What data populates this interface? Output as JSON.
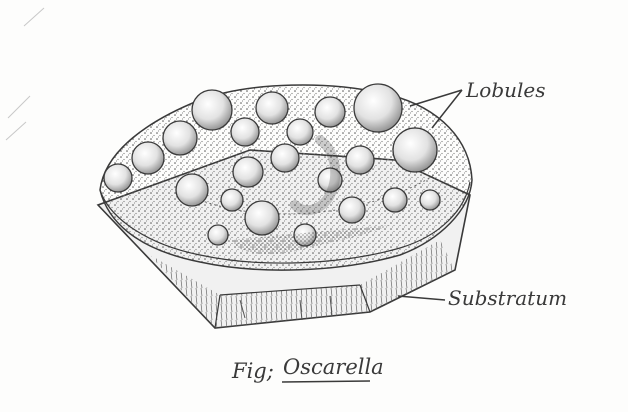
{
  "labels": {
    "lobules": "Lobules",
    "substratum": "Substratum"
  },
  "caption": {
    "prefix": "Fig;",
    "name": "Oscarella"
  },
  "colors": {
    "ink": "#3a3a3a",
    "paper": "#fdfdfc"
  }
}
